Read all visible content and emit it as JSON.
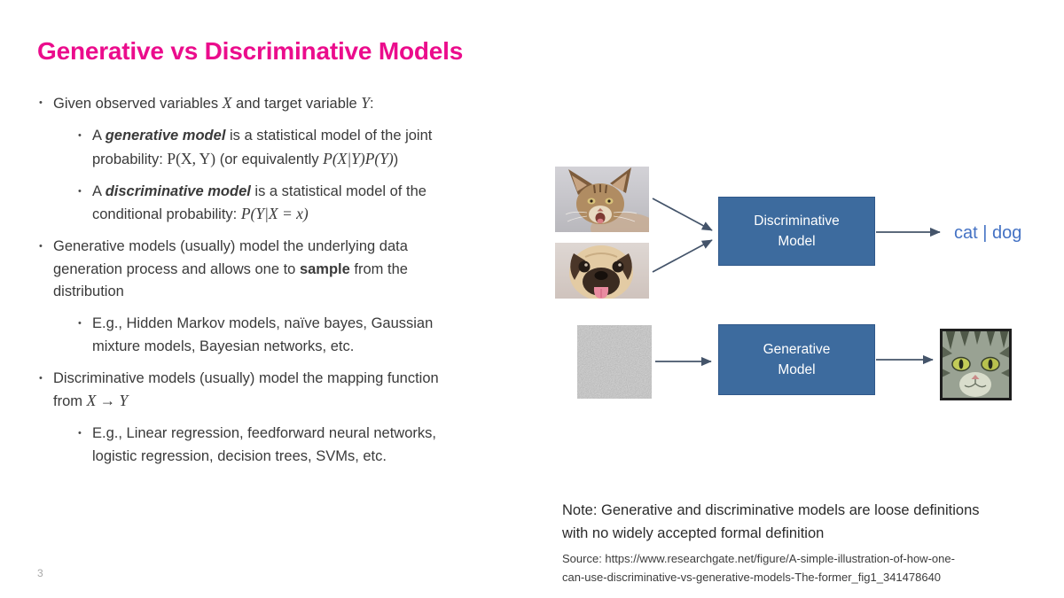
{
  "slide": {
    "title": "Generative vs Discriminative Models",
    "page_number": "3",
    "colors": {
      "accent": "#EB0C8C",
      "box_blue": "#3D6B9E",
      "arrow": "#44546A",
      "output_blue": "#4472C4"
    },
    "bullets": [
      {
        "level": 1,
        "segments": [
          {
            "t": "Given observed variables "
          },
          {
            "t": "X",
            "m": 1
          },
          {
            "t": " and target variable "
          },
          {
            "t": "Y",
            "m": 1
          },
          {
            "t": ":"
          }
        ]
      },
      {
        "level": 2,
        "segments": [
          {
            "t": "A "
          },
          {
            "t": "generative model",
            "bi": 1
          },
          {
            "t": " is a statistical model of the joint"
          },
          {
            "br": 1
          },
          {
            "t": "probability: "
          },
          {
            "t": "P(X, Y)",
            "r": 1
          },
          {
            "t": " (or equivalently "
          },
          {
            "t": "P(X|Y)P(Y)",
            "m": 1
          },
          {
            "t": ")"
          }
        ]
      },
      {
        "level": 2,
        "segments": [
          {
            "t": "A "
          },
          {
            "t": "discriminative model",
            "bi": 1
          },
          {
            "t": " is a statistical model of the"
          },
          {
            "br": 1
          },
          {
            "t": "conditional probability: "
          },
          {
            "t": "P(Y|X = x)",
            "m": 1
          }
        ]
      },
      {
        "level": 1,
        "segments": [
          {
            "t": "Generative models (usually) model the underlying data"
          },
          {
            "br": 1
          },
          {
            "t": "generation process and allows one to "
          },
          {
            "t": "sample",
            "b": 1
          },
          {
            "t": " from the"
          },
          {
            "br": 1
          },
          {
            "t": "distribution"
          }
        ]
      },
      {
        "level": 2,
        "segments": [
          {
            "t": "E.g., Hidden Markov models, naïve bayes, Gaussian"
          },
          {
            "br": 1
          },
          {
            "t": "mixture models, Bayesian networks, etc."
          }
        ]
      },
      {
        "level": 1,
        "segments": [
          {
            "t": "Discriminative models (usually) model the mapping function"
          },
          {
            "br": 1
          },
          {
            "t": "from "
          },
          {
            "t": "X → Y",
            "m": 1
          }
        ]
      },
      {
        "level": 2,
        "segments": [
          {
            "t": "E.g., Linear regression, feedforward neural networks,"
          },
          {
            "br": 1
          },
          {
            "t": "logistic regression, decision trees, SVMs, etc."
          }
        ]
      }
    ],
    "diagram": {
      "discriminative_box_label": "Discriminative\nModel",
      "generative_box_label": "Generative\nModel",
      "output_label": "cat | dog",
      "input_images": [
        "cat photo",
        "pug dog photo"
      ],
      "generative_input": "random noise image",
      "generative_output": "generated cat image"
    },
    "note": "Note: Generative and discriminative models are loose definitions\nwith no widely accepted formal definition",
    "source": "Source: https://www.researchgate.net/figure/A-simple-illustration-of-how-one-\ncan-use-discriminative-vs-generative-models-The-former_fig1_341478640"
  }
}
